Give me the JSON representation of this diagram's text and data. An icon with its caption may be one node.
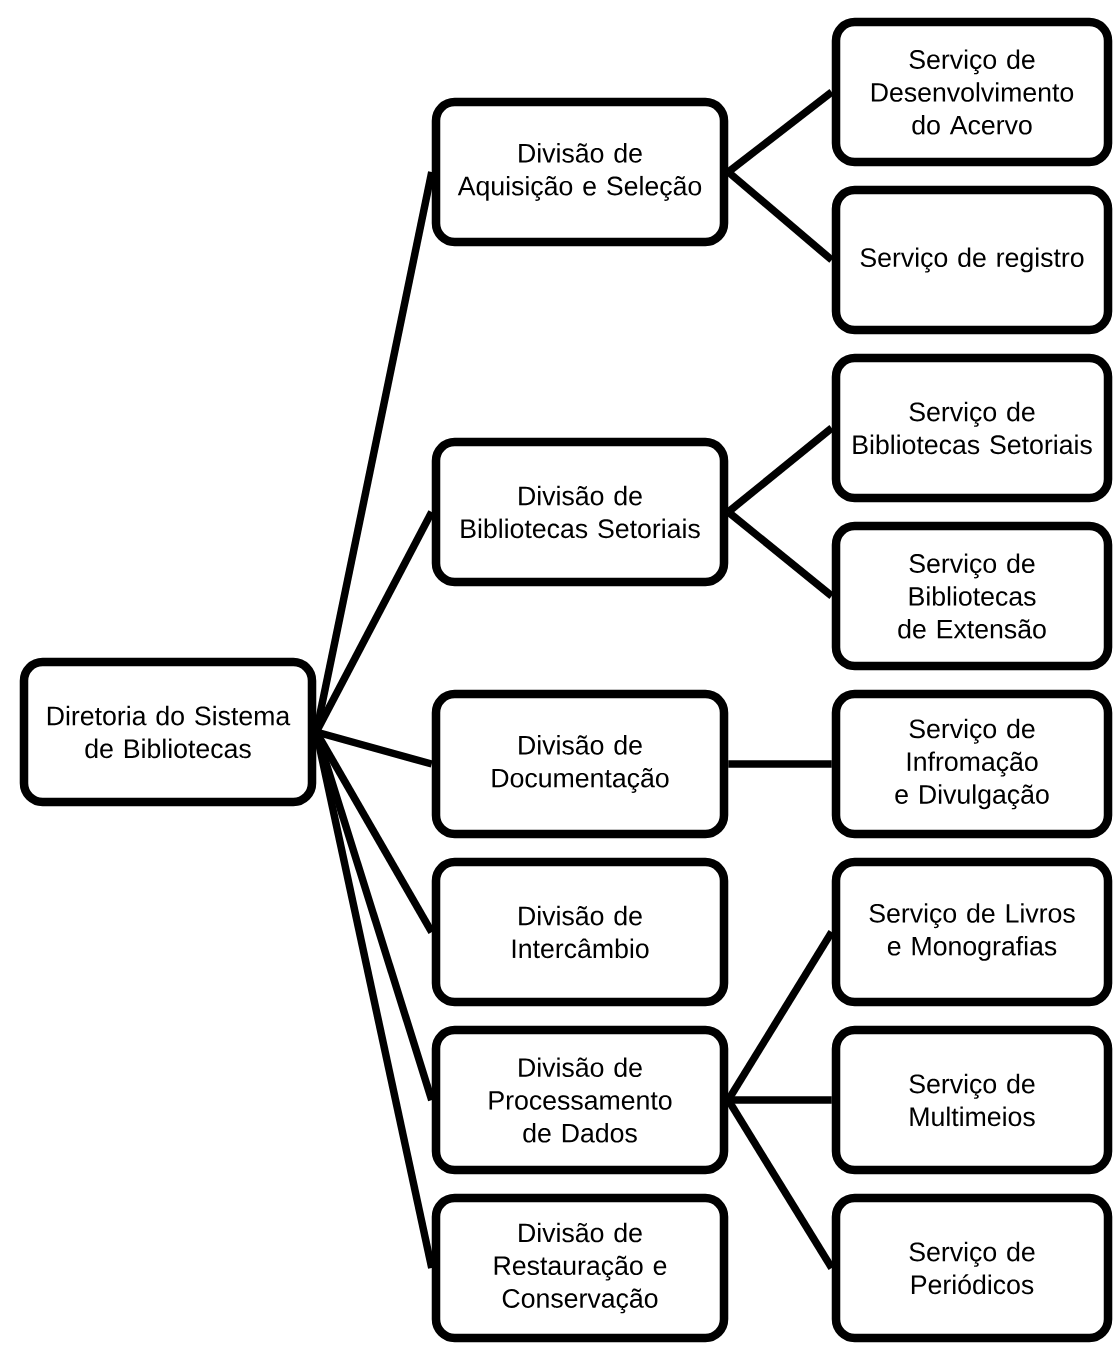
{
  "diagram": {
    "nodes": [
      {
        "text": [
          "Diretoria do Sistema de Bibliotecas"
        ]
      },
      {
        "text": [
          "Divisão de Aquisição e Seleção"
        ]
      },
      {
        "text": [
          "Divisão de Bibliotecas Setoriais"
        ]
      },
      {
        "text": [
          "Divisão de Documentação"
        ]
      },
      {
        "text": [
          "Divisão de Intercâmbio"
        ]
      },
      {
        "text": [
          "Divisão de Processamento de Dados"
        ]
      },
      {
        "text": [
          "Divisão de Restauração e Conservação"
        ]
      },
      {
        "text": [
          "Serviço de Desenvolvimento do Acervo"
        ]
      },
      {
        "text": [
          "Serviço de registro"
        ]
      },
      {
        "text": [
          "Serviço de Bibliotecas Setoriais"
        ]
      },
      {
        "text": [
          "Serviço de Bibliotecas de Extensão"
        ]
      },
      {
        "text": [
          "Serviço de Infromação e Divulgação"
        ]
      },
      {
        "text": [
          "Serviço de Livros e Monografias"
        ]
      },
      {
        "text": [
          "Serviço de Multimeios"
        ]
      },
      {
        "text": [
          "Serviço de Periódicos"
        ]
      }
    ],
    "edges": [
      {
        "from": 0,
        "to": 1,
        "arrow": "none"
      },
      {
        "from": 0,
        "to": 2,
        "arrow": "none"
      },
      {
        "from": 0,
        "to": 3,
        "arrow": "none"
      },
      {
        "from": 0,
        "to": 4,
        "arrow": "none"
      },
      {
        "from": 0,
        "to": 5,
        "arrow": "none"
      },
      {
        "from": 0,
        "to": 6,
        "arrow": "none"
      },
      {
        "from": 1,
        "to": 7,
        "arrow": "none"
      },
      {
        "from": 1,
        "to": 8,
        "arrow": "none"
      },
      {
        "from": 2,
        "to": 9,
        "arrow": "none"
      },
      {
        "from": 2,
        "to": 10,
        "arrow": "none"
      },
      {
        "from": 3,
        "to": 11,
        "arrow": "none"
      },
      {
        "from": 5,
        "to": 12,
        "arrow": "none"
      },
      {
        "from": 5,
        "to": 13,
        "arrow": "none"
      },
      {
        "from": 5,
        "to": 14,
        "arrow": "none"
      }
    ]
  }
}
